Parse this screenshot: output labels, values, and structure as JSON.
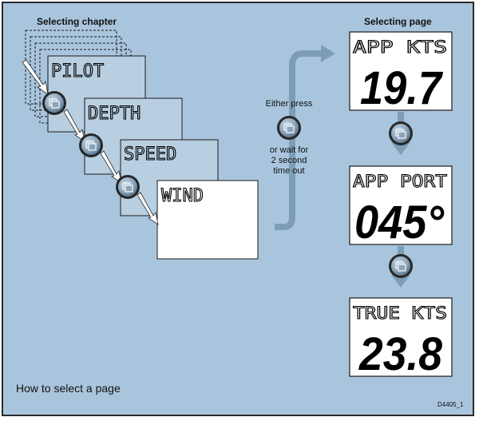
{
  "titles": {
    "left": "Selecting chapter",
    "right": "Selecting page"
  },
  "chapters": [
    "PILOT",
    "DEPTH",
    "SPEED",
    "WIND"
  ],
  "middle": {
    "either_press": "Either press",
    "or_wait": [
      "or wait for",
      "2 second",
      "time out"
    ]
  },
  "pages": [
    {
      "label": "APP   KTS",
      "value": "19.7"
    },
    {
      "label": "APP PORT",
      "value": "045°"
    },
    {
      "label": "TRUE KTS",
      "value": "23.8"
    }
  ],
  "caption": "How to select a page",
  "code": "D4405_1",
  "colors": {
    "background": "#a9c5dd",
    "screen": "#ffffff",
    "arrow": "#7d9db6",
    "button": "#7f9ab3"
  },
  "icons": [
    "page-button-icon"
  ]
}
